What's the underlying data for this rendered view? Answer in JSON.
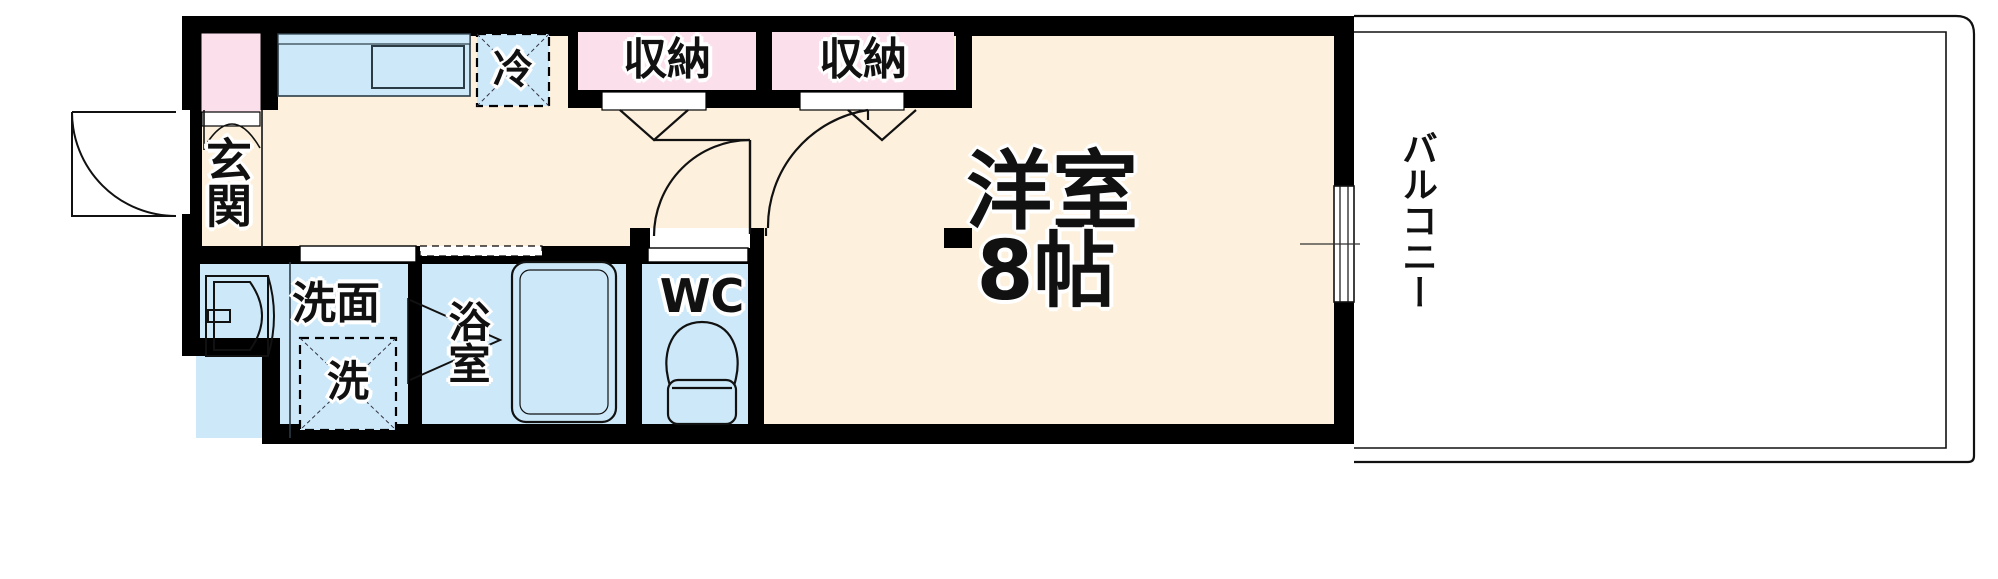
{
  "floorplan": {
    "type": "japanese-apartment-floorplan",
    "layout_code": "1K",
    "colors": {
      "wall": "#000000",
      "room_floor": "#fdf0dc",
      "water_area": "#cde9f9",
      "closet": "#fbe0ec",
      "entry_closet": "#fbe0ec",
      "line": "#1a1a1a",
      "background": "#ffffff"
    },
    "rooms": [
      {
        "id": "main-room",
        "label": "洋室",
        "size_label": "8帖",
        "kind": "western-room",
        "fill": "#fdf0dc"
      },
      {
        "id": "entrance",
        "label": "玄関",
        "kind": "entrance",
        "fill": "#fdf0dc"
      },
      {
        "id": "washroom",
        "label": "洗面",
        "kind": "washbasin",
        "fill": "#cde9f9"
      },
      {
        "id": "bathroom",
        "label": "浴室",
        "kind": "bath",
        "fill": "#cde9f9"
      },
      {
        "id": "toilet",
        "label": "WC",
        "kind": "toilet",
        "fill": "#cde9f9"
      },
      {
        "id": "balcony",
        "label": "バルコニー",
        "kind": "balcony",
        "fill": "#ffffff"
      }
    ],
    "closets": [
      {
        "id": "closet-left",
        "label": "収納",
        "fill": "#fbe0ec"
      },
      {
        "id": "closet-right",
        "label": "収納",
        "fill": "#fbe0ec"
      },
      {
        "id": "entrance-shoebox",
        "label": "",
        "fill": "#fbe0ec"
      }
    ],
    "appliance_spaces": [
      {
        "id": "fridge-space",
        "label": "冷",
        "note": "refrigerator space",
        "fill": "#cde9f9",
        "border": "dashed"
      },
      {
        "id": "washer-space",
        "label": "洗",
        "note": "washing machine space",
        "fill": "#cde9f9",
        "border": "dashed"
      }
    ],
    "fixtures": [
      {
        "id": "kitchen-counter",
        "label": "",
        "note": "kitchen sink counter",
        "fill": "#cde9f9"
      },
      {
        "id": "bathtub",
        "label": "",
        "note": "bathtub",
        "fill": "#cde9f9"
      },
      {
        "id": "washbasin",
        "label": "",
        "note": "vanity sink"
      },
      {
        "id": "toilet-bowl",
        "label": "",
        "note": "toilet bowl"
      }
    ],
    "doors": [
      {
        "id": "entrance-door",
        "type": "swing"
      },
      {
        "id": "room-door",
        "type": "swing"
      },
      {
        "id": "closet-left-door",
        "type": "folding"
      },
      {
        "id": "closet-right-door",
        "type": "folding"
      },
      {
        "id": "bath-door",
        "type": "folding"
      },
      {
        "id": "toilet-door",
        "type": "sliding"
      },
      {
        "id": "washroom-door",
        "type": "sliding"
      },
      {
        "id": "balcony-window",
        "type": "sliding-glass"
      }
    ]
  }
}
